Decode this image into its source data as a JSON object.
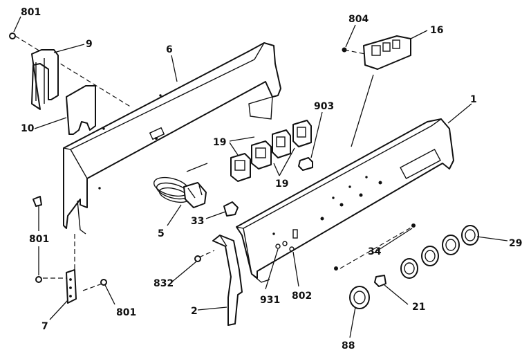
{
  "diagram": {
    "labels": {
      "l801a": "801",
      "l9": "9",
      "l6": "6",
      "l10": "10",
      "l804": "804",
      "l16": "16",
      "l903": "903",
      "l1": "1",
      "l19a": "19",
      "l19b": "19",
      "l5": "5",
      "l33": "33",
      "l801b": "801",
      "l832": "832",
      "l931": "931",
      "l802": "802",
      "l34": "34",
      "l29": "29",
      "l2": "2",
      "l21": "21",
      "l7": "7",
      "l801c": "801",
      "l88": "88"
    }
  }
}
